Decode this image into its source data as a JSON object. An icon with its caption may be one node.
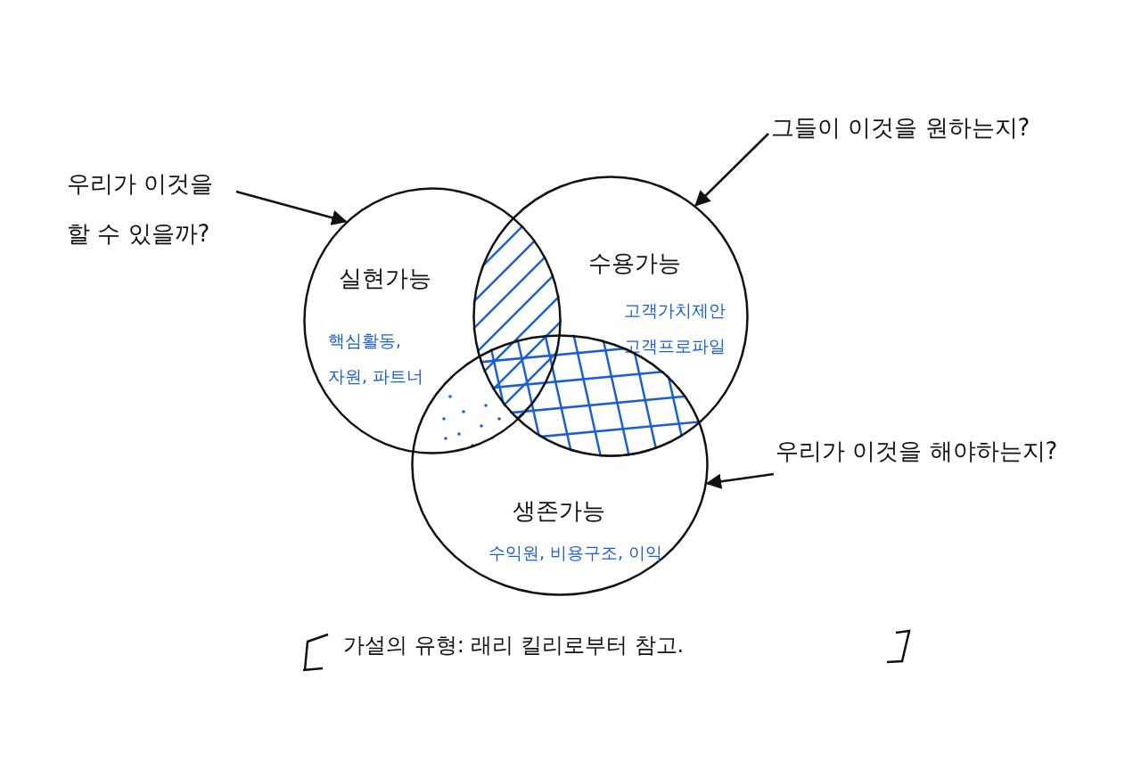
{
  "diagram": {
    "nodes": [
      {
        "text": [
          "우리가 이것을 할 수 있을까?"
        ]
      },
      {
        "text": [
          "그들이 이것을 원하는지?"
        ]
      },
      {
        "text": [
          "실현가능",
          "핵심활동, 자원, 파트너"
        ]
      },
      {
        "text": [
          "수용가능",
          "고객가치제안 고객프로파일"
        ]
      },
      {
        "text": [
          "생존가능",
          "수익원, 비용구조, 이익"
        ]
      },
      {
        "text": [
          "우리가 이것을 해야하는지?"
        ]
      }
    ],
    "edges": [
      {
        "from": 0,
        "to": 2,
        "arrow": "to"
      },
      {
        "from": 1,
        "to": 3,
        "arrow": "to"
      },
      {
        "from": 5,
        "to": 4,
        "arrow": "to"
      }
    ],
    "labels": [
      "가설의 유형: 래리 킬리로부터 참고."
    ]
  }
}
